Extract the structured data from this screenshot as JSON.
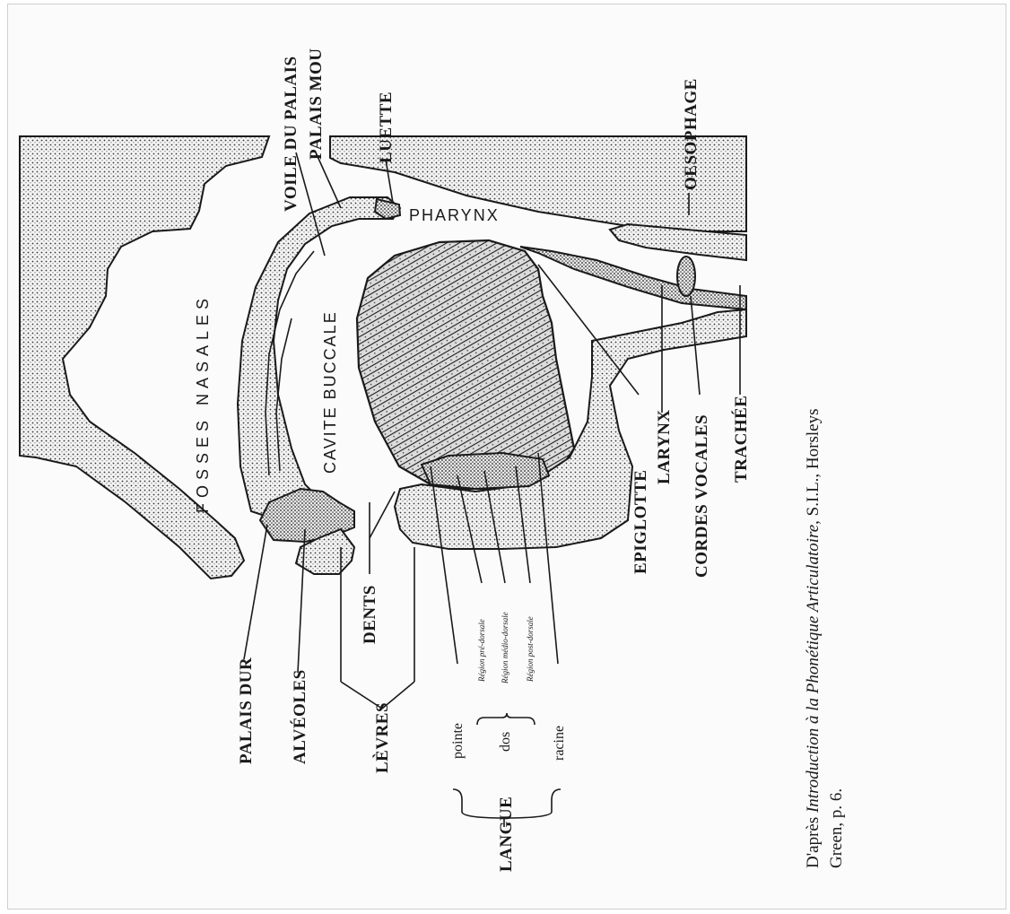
{
  "labels": {
    "fosses_nasales": "FOSSES NASALES",
    "cavite_buccale": "CAVITE BUCCALE",
    "pharynx": "PHARYNX",
    "voile_du_palais": "VOILE DU PALAIS",
    "palais_mou": "PALAIS MOU",
    "luette": "LUETTE",
    "oesophage": "OESOPHAGE",
    "epiglotte": "EPIGLOTTE",
    "larynx": "LARYNX",
    "cordes_vocales": "CORDES VOCALES",
    "trachee": "TRACHÉE",
    "palais_dur": "PALAIS DUR",
    "alveoles": "ALVÉOLES",
    "dents": "DENTS",
    "levres": "LÈVRES",
    "langue": "LANGUE",
    "pointe": "pointe",
    "dos": "dos",
    "racine": "racine",
    "region_pre_dorsale": "Région pré-dorsale",
    "region_medio_dorsale": "Région médio-dorsale",
    "region_post_dorsale": "Région post-dorsale"
  },
  "caption": {
    "prefix": "D'après ",
    "title": "Introduction à la Phonétique Articulatoire",
    "suffix": ", S.I.L., Horsleys",
    "line2": "Green, p. 6."
  }
}
